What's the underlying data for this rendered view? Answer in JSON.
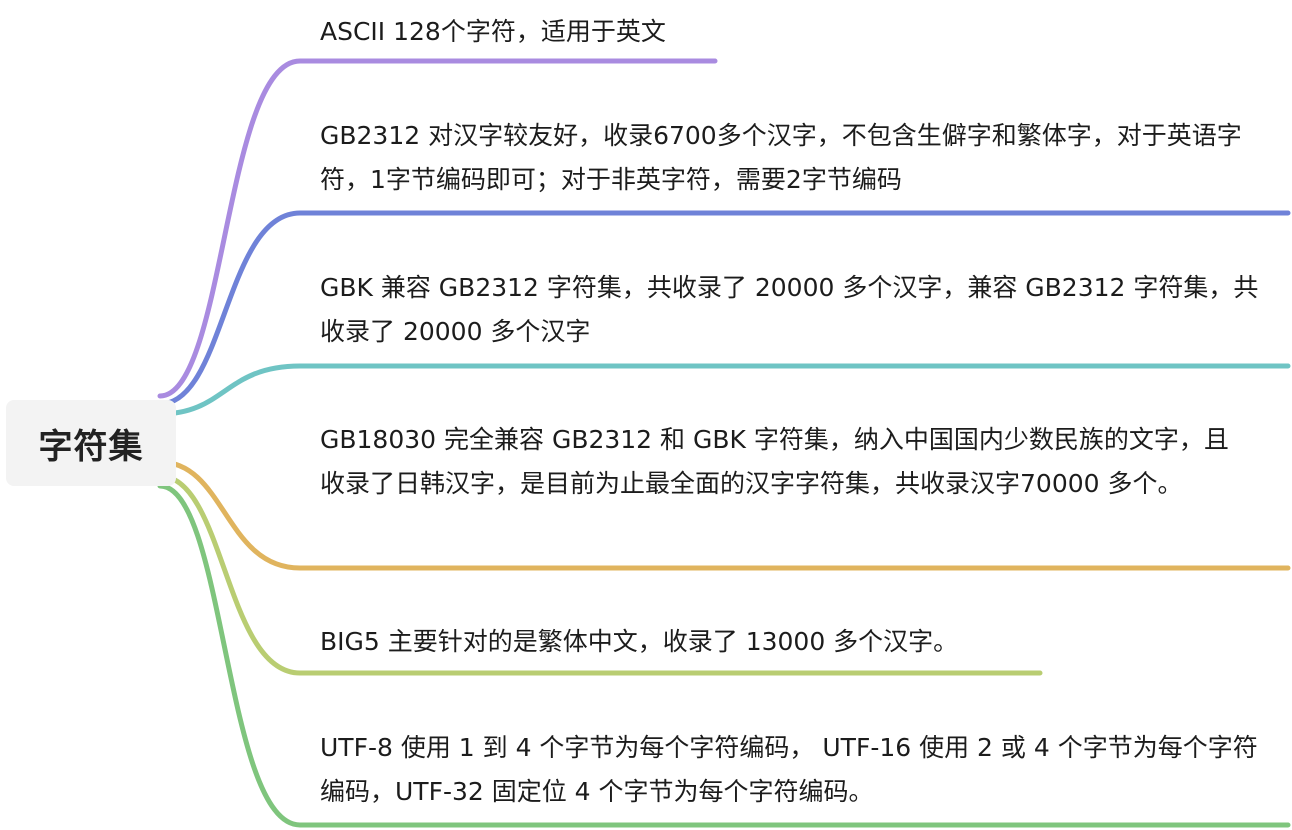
{
  "root": {
    "label": "字符集"
  },
  "branches": [
    {
      "text": "ASCII 128个字符，适用于英文",
      "color": "#a98be0"
    },
    {
      "text": "GB2312  对汉字较友好，收录6700多个汉字，不包含生僻字和繁体字，对于英语字符，1字节编码即可；对于非英字符，需要2字节编码",
      "color": "#6f82d8"
    },
    {
      "text": "GBK 兼容 GB2312 字符集，共收录了 20000 多个汉字，兼容 GB2312 字符集，共收录了 20000 多个汉字",
      "color": "#6fc4c4"
    },
    {
      "text": "GB18030 完全兼容 GB2312 和 GBK 字符集，纳入中国国内少数民族的文字，且收录了日韩汉字，是目前为止最全面的汉字字符集，共收录汉字70000 多个。",
      "color": "#e0b45e"
    },
    {
      "text": "BIG5 主要针对的是繁体中文，收录了 13000 多个汉字。",
      "color": "#b9cd72"
    },
    {
      "text": "UTF-8  使用 1 到 4 个字节为每个字符编码， UTF-16 使用 2 或 4 个字节为每个字符编码，UTF-32 固定位 4 个字节为每个字符编码。",
      "color": "#7fc57d"
    }
  ]
}
